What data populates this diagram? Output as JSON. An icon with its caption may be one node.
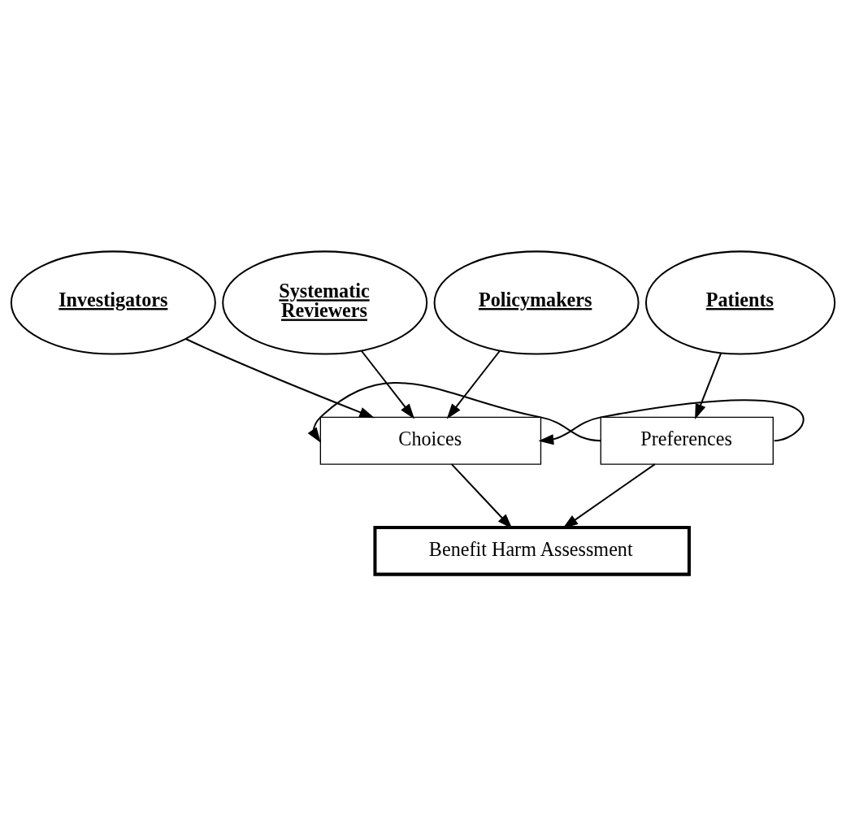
{
  "diagram": {
    "nodes": [
      {
        "text": [
          "Investigators"
        ]
      },
      {
        "text": [
          "Systematic Reviewers"
        ]
      },
      {
        "text": [
          "Policymakers"
        ]
      },
      {
        "text": [
          "Choices"
        ]
      },
      {
        "text": [
          "Benefit Harm Assessment"
        ]
      },
      {
        "text": [
          "Preferences"
        ]
      },
      {
        "text": [
          "Patients"
        ]
      }
    ],
    "edges": [
      {
        "from": 0,
        "to": 3,
        "arrow": "to"
      },
      {
        "from": 1,
        "to": 3,
        "arrow": "to"
      },
      {
        "from": 2,
        "to": 3,
        "arrow": "to"
      },
      {
        "from": 3,
        "to": 4,
        "arrow": "to"
      },
      {
        "from": 5,
        "to": 4,
        "arrow": "to"
      },
      {
        "from": 6,
        "to": 5,
        "arrow": "to"
      },
      {
        "from": 5,
        "to": 3,
        "arrow": "to"
      },
      {
        "from": 5,
        "to": 3,
        "arrow": "to"
      }
    ]
  }
}
